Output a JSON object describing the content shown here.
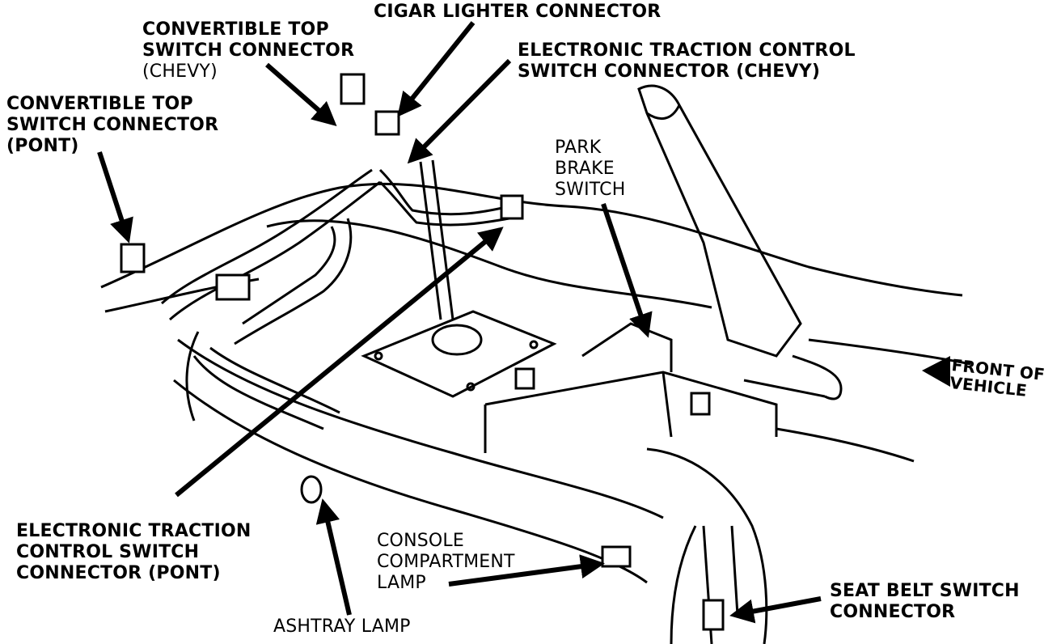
{
  "labels": {
    "cigar_lighter": [
      "CIGAR LIGHTER CONNECTOR"
    ],
    "conv_top_chevy": [
      "CONVERTIBLE TOP",
      "SWITCH CONNECTOR",
      "(CHEVY)"
    ],
    "conv_top_pont": [
      "CONVERTIBLE TOP",
      "SWITCH CONNECTOR",
      "(PONT)"
    ],
    "etc_chevy": [
      "ELECTRONIC TRACTION CONTROL",
      "SWITCH CONNECTOR (CHEVY)"
    ],
    "park_brake": [
      "PARK",
      "BRAKE",
      "SWITCH"
    ],
    "front_vehicle": [
      "FRONT OF",
      "VEHICLE"
    ],
    "etc_pont": [
      "ELECTRONIC TRACTION",
      "CONTROL SWITCH",
      "CONNECTOR (PONT)"
    ],
    "console_lamp": [
      "CONSOLE",
      "COMPARTMENT",
      "LAMP"
    ],
    "ashtray_lamp": [
      "ASHTRAY LAMP"
    ],
    "seat_belt": [
      "SEAT BELT SWITCH",
      "CONNECTOR"
    ]
  },
  "colors": {
    "ink": "#000000",
    "paper": "#ffffff"
  }
}
